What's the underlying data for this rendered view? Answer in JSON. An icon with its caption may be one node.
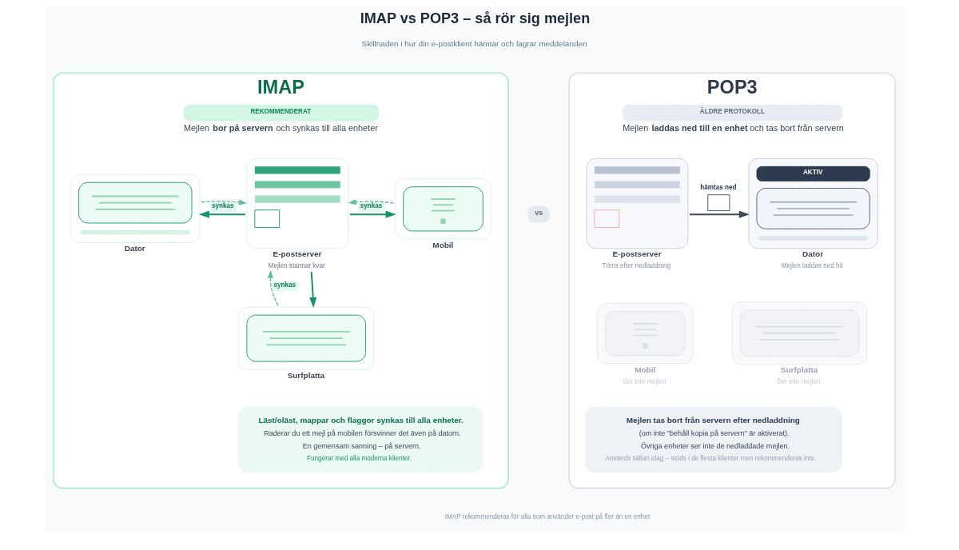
{
  "diagram": {
    "title": "IMAP vs POP3 – så rör sig mejlen",
    "caption": "IMAP rekommenderas för alla som använder e-post på fler än en enhet",
    "nodes": [
      {
        "text": [
          "IMAP",
          "REKOMMENDERAT",
          "Mejlen **bor på servern** och synkas till alla enheter"
        ]
      },
      {
        "text": [
          "Dator"
        ],
        "in": 0
      },
      {
        "text": [
          "E-postserver",
          "Mejlen stannar kvar"
        ],
        "in": 0
      },
      {
        "text": [
          "Mobil"
        ],
        "in": 0
      },
      {
        "text": [
          "Surfplatta"
        ],
        "in": 0
      },
      {
        "text": [
          "Läst/oläst, mappar och flaggor synkas till alla enheter.",
          "Raderar du ett mejl på mobilen försvinner det även på datorn.",
          "En gemensam sanning – på servern.",
          "Fungerar med alla moderna klienter."
        ],
        "in": 0
      },
      {
        "text": [
          "vs"
        ]
      },
      {
        "text": [
          "POP3",
          "ÄLDRE PROTOKOLL",
          "Mejlen **laddas ned till en enhet** och tas bort från servern"
        ]
      },
      {
        "text": [
          "E-postserver",
          "Töms efter nedladdning"
        ],
        "in": 7
      },
      {
        "text": [
          "AKTIV",
          "Dator",
          "Mejlen laddas ned hit"
        ],
        "in": 7
      },
      {
        "text": [
          "Mobil",
          "Ser inte mejlen"
        ],
        "in": 7
      },
      {
        "text": [
          "Surfplatta",
          "Ser inte mejlen"
        ],
        "in": 7
      },
      {
        "text": [
          "Mejlen tas bort från servern efter nedladdning",
          "(om inte \"behåll kopia på servern\" är aktiverat).",
          "Övriga enheter ser inte de nedladdade mejlen.",
          "Används sällan idag – stöds i de flesta klienter men rekommenderas inte."
        ],
        "in": 7
      }
    ],
    "edges": [
      {
        "from": 2,
        "to": 1,
        "arrow": "to",
        "label": "synkas"
      },
      {
        "from": 1,
        "to": 2,
        "arrow": "to",
        "style": "dashed",
        "color": "#5cbf94"
      },
      {
        "from": 2,
        "to": 3,
        "arrow": "to",
        "label": "synkas"
      },
      {
        "from": 3,
        "to": 2,
        "arrow": "to",
        "style": "dashed",
        "color": "#5cbf94"
      },
      {
        "from": 2,
        "to": 4,
        "arrow": "to"
      },
      {
        "from": 4,
        "to": 2,
        "arrow": "to",
        "style": "dashed",
        "color": "#5cbf94",
        "label": "synkas"
      },
      {
        "from": 8,
        "to": 9,
        "arrow": "to",
        "label": "hämtas ned",
        "color": "#3d4a5e"
      }
    ],
    "labels": [
      "Skillnaden i hur din e-postklient hämtar och lagrar meddelanden"
    ]
  }
}
